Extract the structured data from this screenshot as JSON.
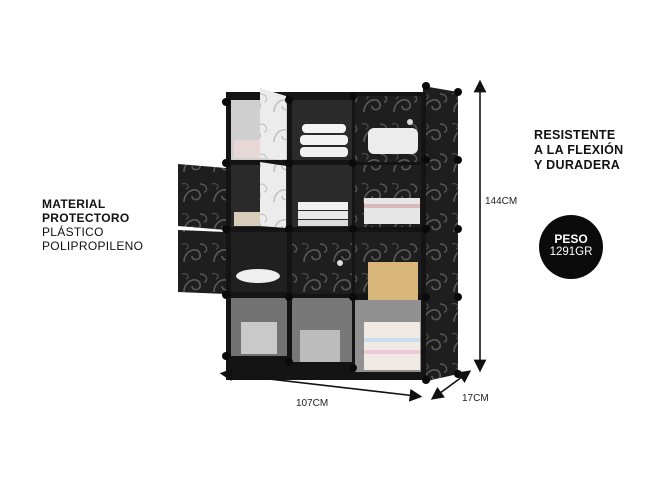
{
  "left_label": {
    "line1": "MATERIAL",
    "line2": "PROTECTORO",
    "line3": "PLÁSTICO",
    "line4": "POLIPROPILENO"
  },
  "right_label": {
    "line1": "RESISTENTE",
    "line2": "A LA FLEXIÓN",
    "line3": "Y DURADERA"
  },
  "weight_badge": {
    "title": "PESO",
    "value": "1291GR"
  },
  "dimensions": {
    "height": "144CM",
    "width": "107CM",
    "depth": "17CM"
  },
  "colors": {
    "panel": "#1c1c1c",
    "door_frosted": "#e9e9e9",
    "badge": "#0b0b0b"
  }
}
